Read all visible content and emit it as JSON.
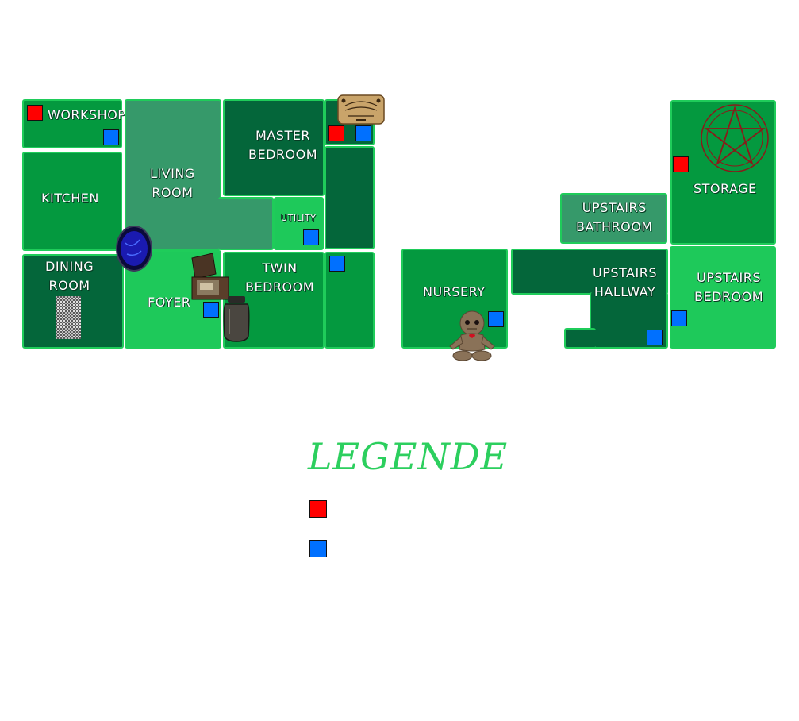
{
  "rooms": {
    "workshop": "WORKSHOP",
    "kitchen": "KITCHEN",
    "living_room": "LIVING\nROOM",
    "master_bedroom": "MASTER\nBEDROOM",
    "utility": "UTILITY",
    "dining_room": "DINING\nROOM",
    "foyer": "FOYER",
    "twin_bedroom": "TWIN\nBEDROOM",
    "nursery": "NURSERY",
    "upstairs_bathroom": "UPSTAIRS\nBATHROOM",
    "upstairs_hallway": "UPSTAIRS\nHALLWAY",
    "storage": "STORAGE",
    "upstairs_bedroom": "UPSTAIRS\nBEDROOM"
  },
  "legend": {
    "title": "LEGENDE",
    "red_label": "",
    "blue_label": ""
  },
  "colors": {
    "dark_room": "#04663a",
    "mid_room": "#04993f",
    "light_room": "#1ec95a",
    "teal_room": "#36996a",
    "red_marker": "#ff0000",
    "blue_marker": "#0070ff"
  },
  "items": [
    "ouija-board",
    "pentagram",
    "mirror",
    "music-box",
    "jar",
    "voodoo-doll",
    "photo"
  ]
}
